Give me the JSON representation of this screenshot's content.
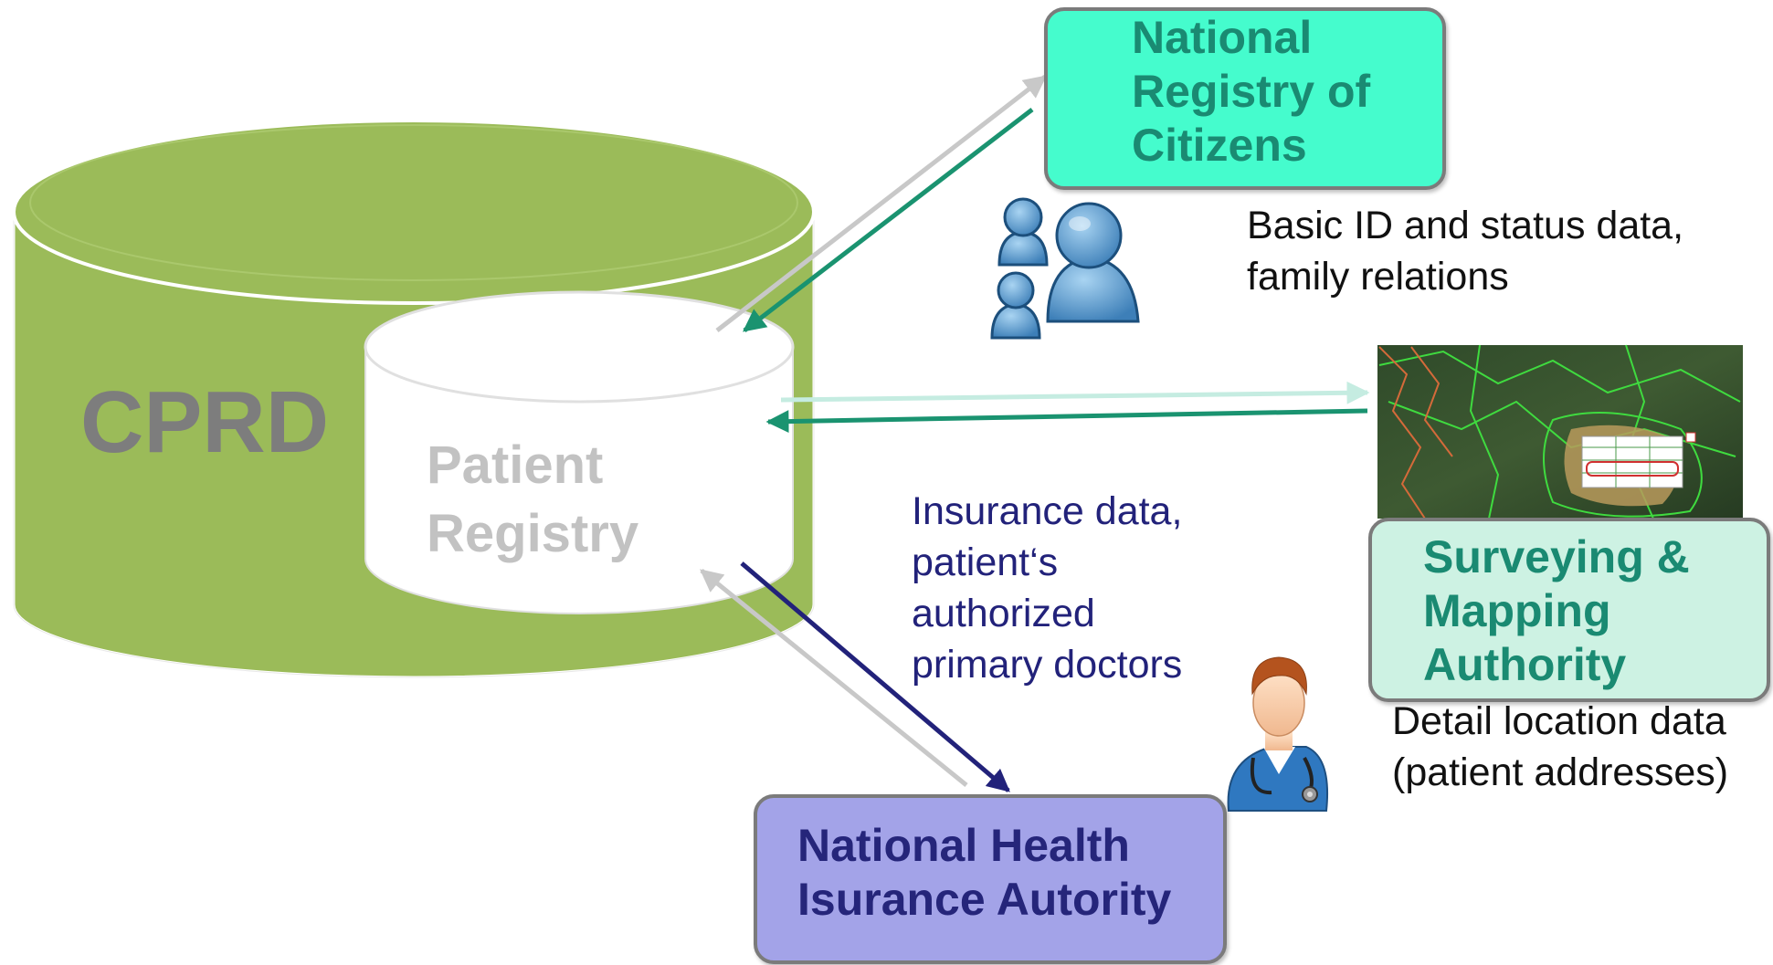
{
  "database": {
    "outer_label": "CPRD",
    "inner_label_lines": [
      "Patient",
      "Registry"
    ],
    "outer_color": "#9bbb59",
    "inner_color": "#ffffff"
  },
  "boxes": {
    "nrc": {
      "title_lines": [
        "National",
        "Registry of",
        "Citizens"
      ],
      "fill": "#45fccd"
    },
    "sma": {
      "title_lines": [
        "Surveying &",
        "Mapping",
        "Authority"
      ],
      "fill": "#cdf2e3"
    },
    "nhia": {
      "title_lines": [
        "National Health",
        "Isurance Autority"
      ],
      "fill": "#a3a3e8"
    }
  },
  "annotations": {
    "basic_id": [
      "Basic ID and status data,",
      "family relations"
    ],
    "insurance": [
      "Insurance data,",
      "patient‘s",
      "authorized",
      "primary doctors"
    ],
    "detail_location": [
      "Detail location data",
      "(patient addresses)"
    ]
  },
  "icons": [
    "people-group-icon",
    "doctor-icon",
    "map-thumbnail"
  ],
  "colors": {
    "teal_arrow": "#1a9370",
    "navy_arrow": "#22227a",
    "gray_arrow": "#c8c8c8",
    "light_teal_arrow": "#c5ece1"
  }
}
